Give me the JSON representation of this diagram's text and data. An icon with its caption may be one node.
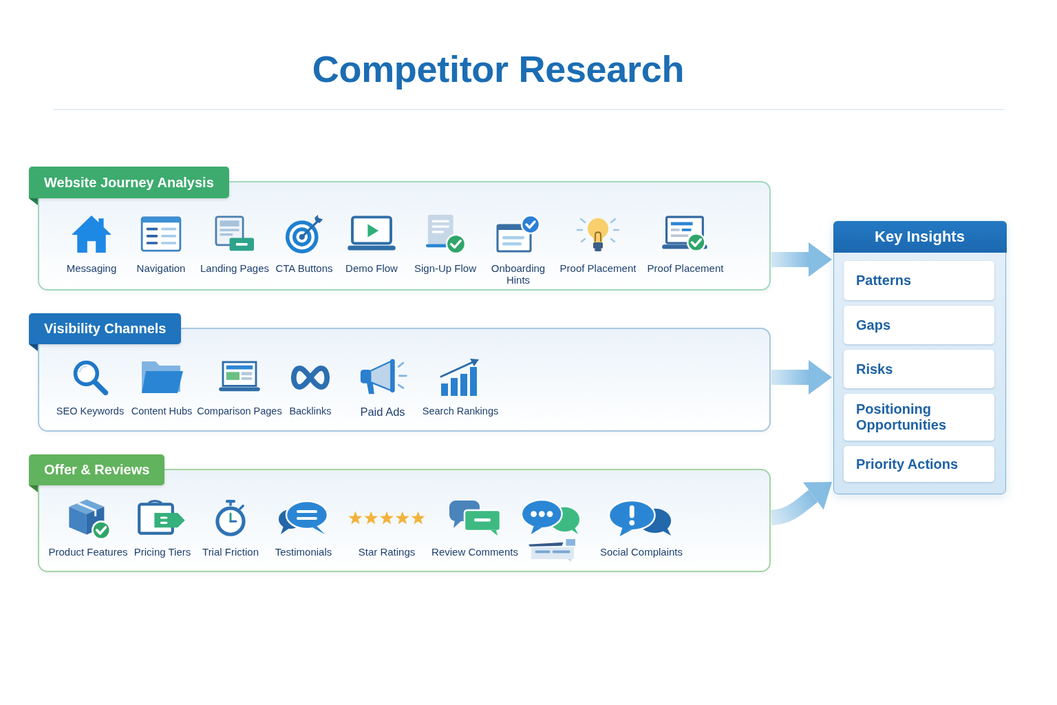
{
  "diagram": {
    "title": "Competitor Research",
    "nodes": [
      {
        "text": [
          "Website Journey Analysis",
          "Messaging",
          "Navigation",
          "Landing Pages",
          "CTA Buttons",
          "Demo Flow",
          "Sign-Up Flow",
          "Onboarding Hints",
          "Proof Placement",
          "Proof Placement"
        ]
      },
      {
        "text": [
          "Visibility Channels",
          "SEO Keywords",
          "Content Hubs",
          "Comparison Pages",
          "Backlinks",
          "Paid Ads",
          "Search Rankings"
        ]
      },
      {
        "text": [
          "Offer & Reviews",
          "Product Features",
          "Pricing Tiers",
          "Trial Friction",
          "Testimonials",
          "Star Ratings",
          "Review Comments",
          "Social Complaints"
        ]
      },
      {
        "text": [
          "Key Insights"
        ]
      },
      {
        "text": [
          "Patterns"
        ],
        "in": 3
      },
      {
        "text": [
          "Gaps"
        ],
        "in": 3
      },
      {
        "text": [
          "Risks"
        ],
        "in": 3
      },
      {
        "text": [
          "Positioning Opportunities"
        ],
        "in": 3
      },
      {
        "text": [
          "Priority Actions"
        ],
        "in": 3
      }
    ],
    "edges": [
      {
        "from": 0,
        "to": 3,
        "arrow": "to"
      },
      {
        "from": 1,
        "to": 3,
        "arrow": "to"
      },
      {
        "from": 2,
        "to": 3,
        "arrow": "to"
      }
    ]
  }
}
